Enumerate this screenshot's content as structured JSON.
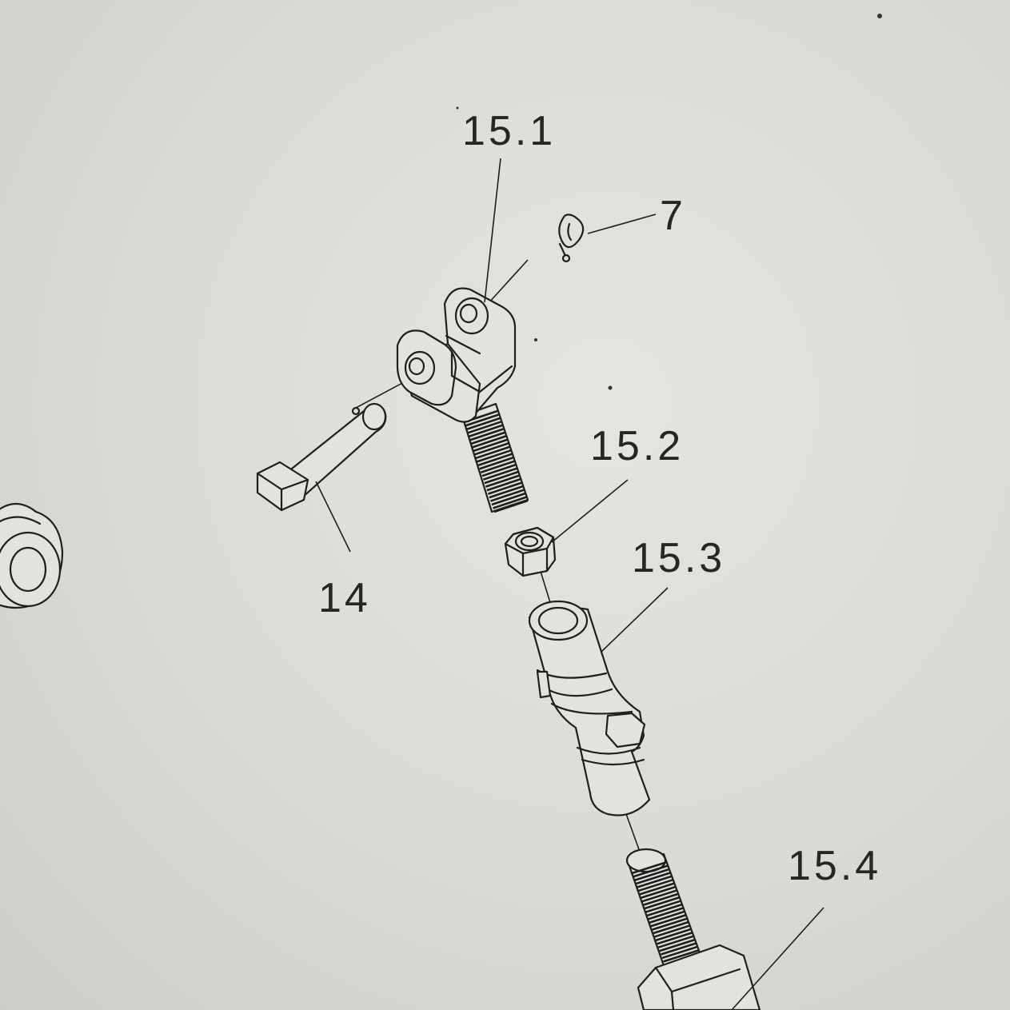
{
  "diagram": {
    "callouts": [
      {
        "id": "15.1",
        "label": "15.1"
      },
      {
        "id": "7",
        "label": "7"
      },
      {
        "id": "15.2",
        "label": "15.2"
      },
      {
        "id": "15.3",
        "label": "15.3"
      },
      {
        "id": "14",
        "label": "14"
      },
      {
        "id": "15.4",
        "label": "15.4"
      }
    ],
    "parts": [
      {
        "ref": "15.1",
        "name": "clevis-yoke"
      },
      {
        "ref": "7",
        "name": "spring-clip"
      },
      {
        "ref": "14",
        "name": "clevis-pin"
      },
      {
        "ref": "15.2",
        "name": "hex-nut"
      },
      {
        "ref": "15.3",
        "name": "threaded-sleeve"
      },
      {
        "ref": "15.4",
        "name": "threaded-rod-end"
      }
    ],
    "colors": {
      "paper": "#dcdad5",
      "ink": "#1f1f1f"
    }
  }
}
